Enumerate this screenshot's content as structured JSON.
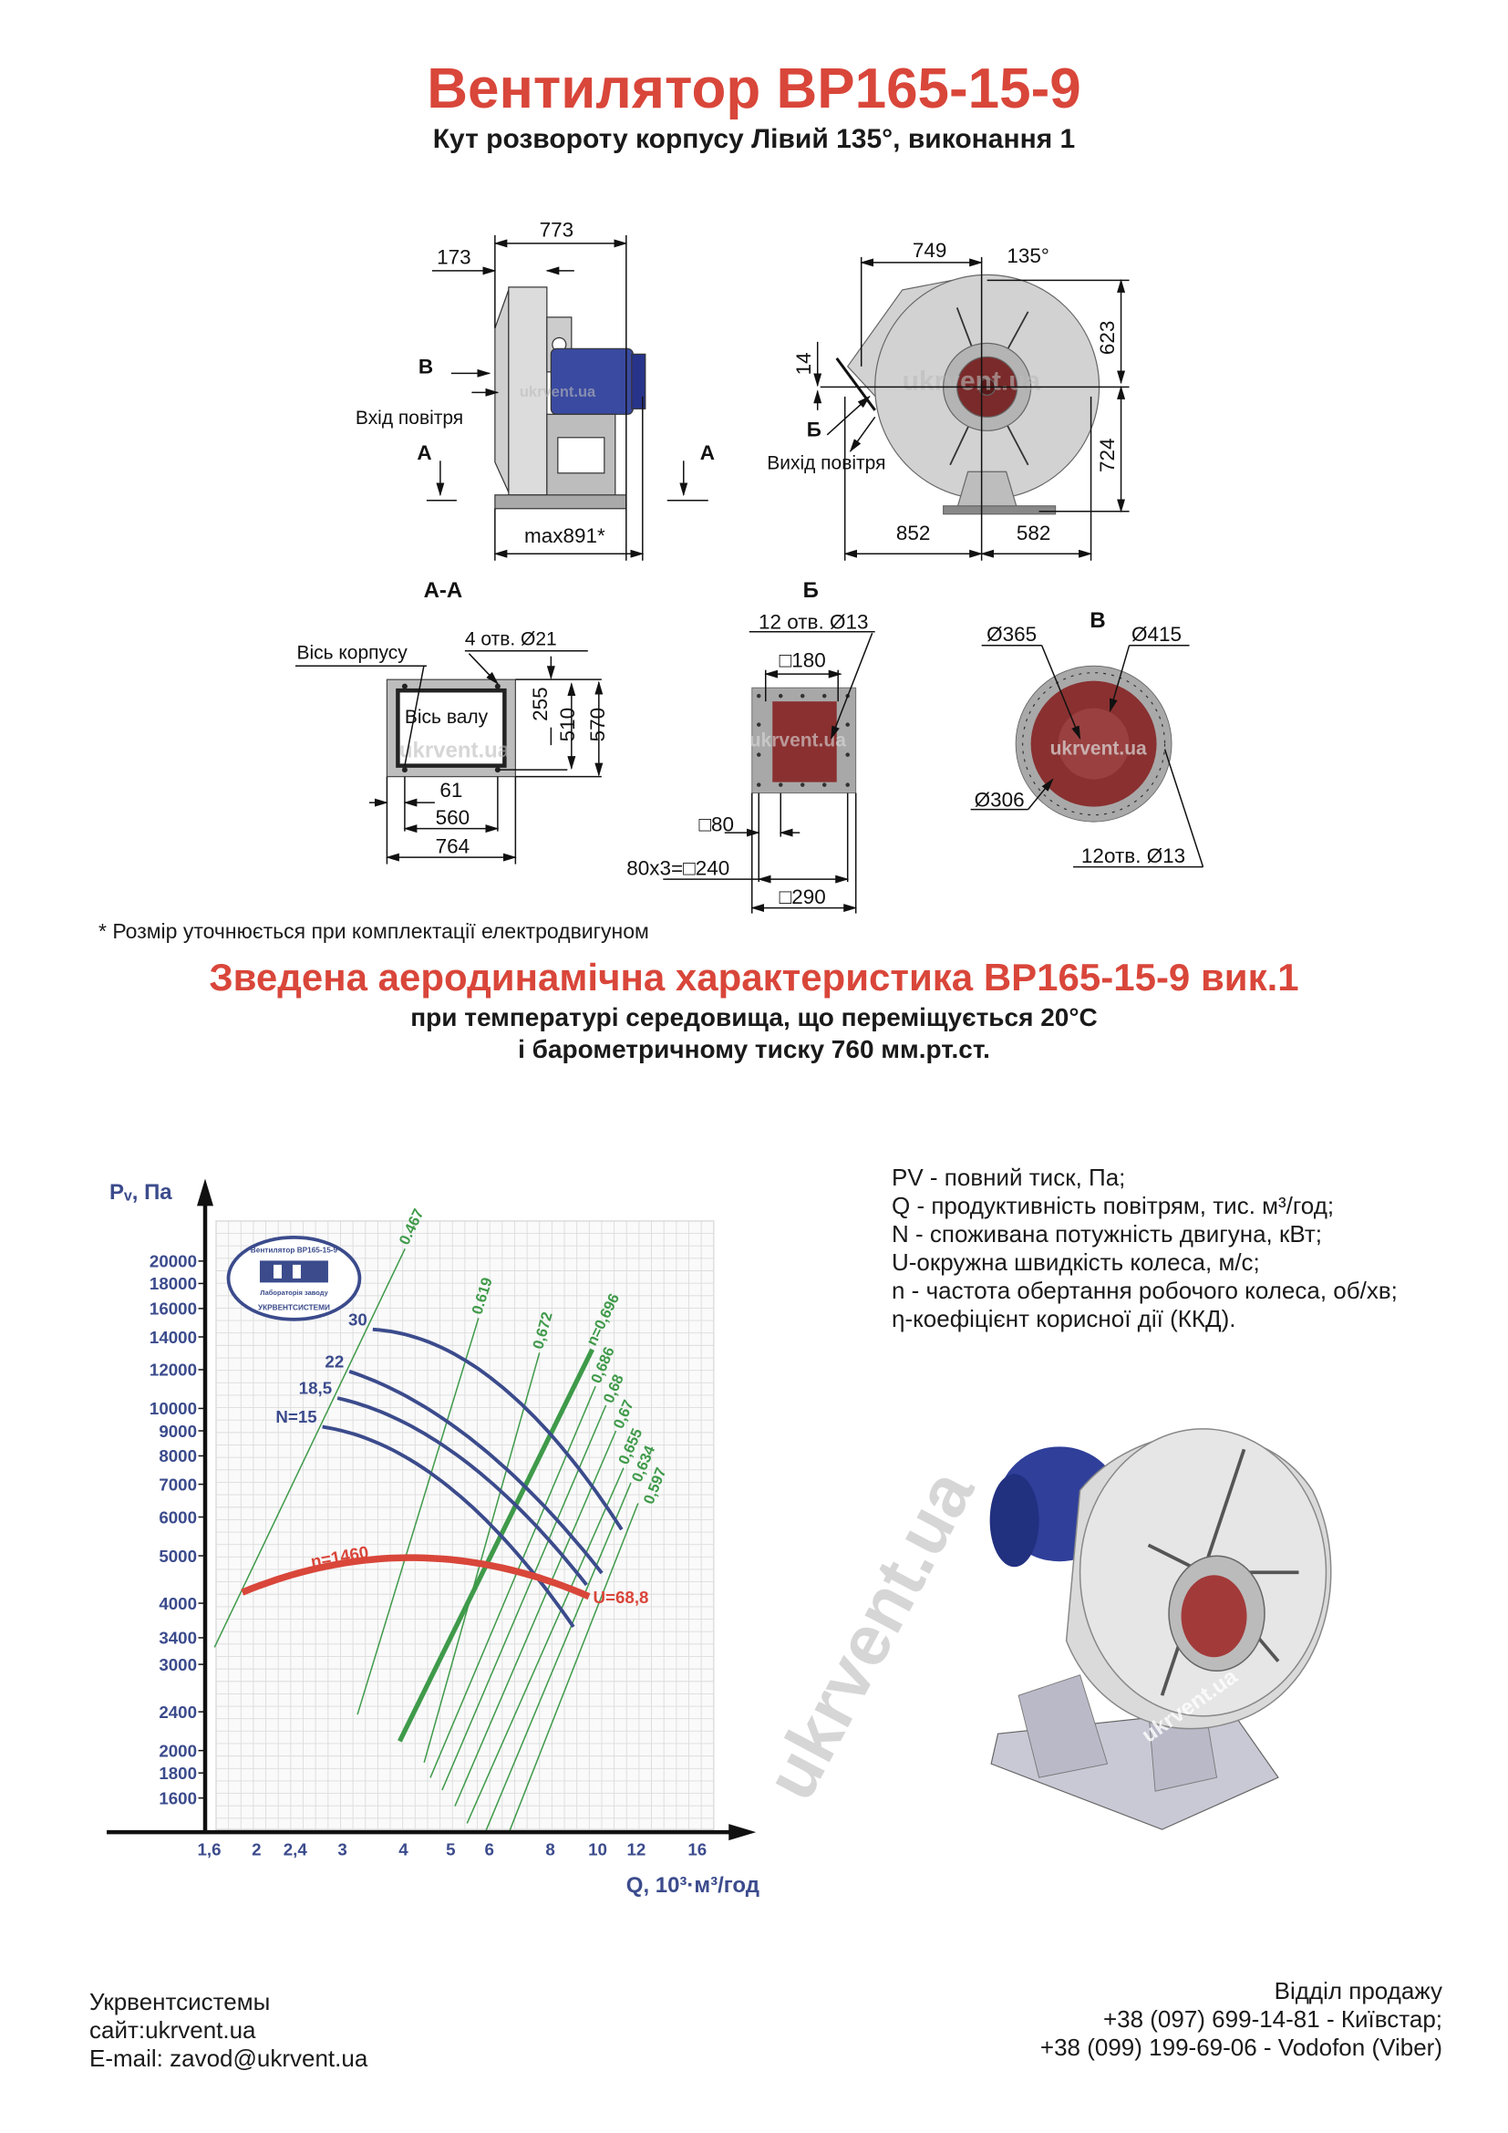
{
  "header": {
    "title": "Вентилятор ВР165-15-9",
    "subtitle": "Кут розвороту корпусу Лівий 135°, виконання 1"
  },
  "watermark": "ukrvent.ua",
  "drawings": {
    "side_view": {
      "d773": "773",
      "d173": "173",
      "arrow_b": "В",
      "inlet": "Вхід повітря",
      "sec_a_left": "А",
      "sec_a_right": "А",
      "max": "max891*"
    },
    "front_view": {
      "d749": "749",
      "angle": "135°",
      "d14": "14",
      "arrow_b": "Б",
      "outlet": "Вихід повітря",
      "d623": "623",
      "d724": "724",
      "d852": "852",
      "d582": "582"
    },
    "section_aa": {
      "title": "А-А",
      "body_axis": "Вісь корпусу",
      "holes": "4 отв.  Ø21",
      "shaft_axis": "Вісь валу",
      "d255": "255",
      "d510": "510",
      "d570": "570",
      "d61": "61",
      "d560": "560",
      "d764": "764"
    },
    "view_b": {
      "title": "Б",
      "holes": "12 отв.  Ø13",
      "d180": "□180",
      "d80": "□80",
      "d240": "80x3=□240",
      "d290": "□290"
    },
    "view_v": {
      "title": "В",
      "d365": "Ø365",
      "d415": "Ø415",
      "d306": "Ø306",
      "holes": "12отв.  Ø13"
    }
  },
  "footnote": "* Розмір уточнюється при комплектації електродвигуном",
  "chart_header": {
    "title": "Зведена аеродинамічна характеристика ВР165-15-9 вик.1",
    "line1": "при температурі середовища, що переміщується 20°С",
    "line2": "і барометричному тиску 760 мм.рт.ст."
  },
  "stamp": {
    "top": "Вентилятор ВР165-15-9",
    "middle": "Лабораторія заводу",
    "bottom": "УКРВЕНТСИСТЕМИ"
  },
  "chart_data": {
    "type": "line",
    "title": "Зведена аеродинамічна характеристика ВР165-15-9 вик.1",
    "xlabel": "Q, 10³·м³/год",
    "ylabel": "Pᵥ, Па",
    "xscale": "log",
    "yscale": "log",
    "xlim": [
      1.57,
      17.3
    ],
    "ylim": [
      1360,
      24000
    ],
    "grid": true,
    "xticks": [
      {
        "v": 1.6,
        "l": "1,6"
      },
      {
        "v": 2,
        "l": "2"
      },
      {
        "v": 2.4,
        "l": "2,4"
      },
      {
        "v": 3,
        "l": "3"
      },
      {
        "v": 4,
        "l": "4"
      },
      {
        "v": 5,
        "l": "5"
      },
      {
        "v": 6,
        "l": "6"
      },
      {
        "v": 8,
        "l": "8"
      },
      {
        "v": 10,
        "l": "10"
      },
      {
        "v": 12,
        "l": "12"
      },
      {
        "v": 16,
        "l": "16"
      }
    ],
    "yticks": [
      20000,
      18000,
      16000,
      14000,
      12000,
      10000,
      9000,
      8000,
      7000,
      6000,
      5000,
      4000,
      3400,
      3000,
      2400,
      2000,
      1800,
      1600
    ],
    "power_curves": [
      {
        "name": "30",
        "points": [
          [
            3.46,
            14500
          ],
          [
            5.38,
            12500
          ],
          [
            11.2,
            5660
          ]
        ]
      },
      {
        "name": "22",
        "points": [
          [
            3.1,
            11900
          ],
          [
            5.99,
            8080
          ],
          [
            10.2,
            4610
          ]
        ]
      },
      {
        "name": "18,5",
        "points": [
          [
            2.93,
            10500
          ],
          [
            5.74,
            7380
          ],
          [
            9.49,
            4360
          ]
        ]
      },
      {
        "name": "N=15",
        "points": [
          [
            2.73,
            9170
          ],
          [
            5.26,
            6580
          ],
          [
            8.92,
            3580
          ]
        ]
      }
    ],
    "speed_curve": {
      "name": "n=1460",
      "end_label": "U=68,8",
      "points": [
        [
          1.87,
          4210
        ],
        [
          5.2,
          4890
        ],
        [
          9.6,
          4130
        ]
      ]
    },
    "efficiency_lines": [
      {
        "name": "0.467",
        "points": [
          [
            1.64,
            3250
          ],
          [
            4.03,
            21200
          ]
        ]
      },
      {
        "name": "0.619",
        "points": [
          [
            3.22,
            2370
          ],
          [
            5.7,
            15300
          ]
        ]
      },
      {
        "name": "0,672",
        "points": [
          [
            4.41,
            1890
          ],
          [
            7.6,
            13000
          ]
        ]
      },
      {
        "name": "n=0,696",
        "points": [
          [
            3.93,
            2090
          ],
          [
            9.75,
            13200
          ]
        ],
        "bold": true
      },
      {
        "name": "0,686",
        "points": [
          [
            4.54,
            1760
          ],
          [
            9.9,
            11100
          ]
        ]
      },
      {
        "name": "0,68",
        "points": [
          [
            4.8,
            1660
          ],
          [
            10.4,
            10150
          ]
        ]
      },
      {
        "name": "0,67",
        "points": [
          [
            5.1,
            1540
          ],
          [
            10.9,
            9000
          ]
        ]
      },
      {
        "name": "0,655",
        "points": [
          [
            5.4,
            1420
          ],
          [
            11.3,
            7560
          ]
        ]
      },
      {
        "name": "0,634",
        "points": [
          [
            5.9,
            1370
          ],
          [
            11.7,
            7050
          ]
        ]
      },
      {
        "name": "0,597",
        "points": [
          [
            6.6,
            1370
          ],
          [
            12.1,
            6400
          ]
        ]
      }
    ],
    "colors": {
      "power": "#3b4b8c",
      "efficiency": "#3f9a4a",
      "speed": "#d9463a",
      "axis_text": "#3b4b8c"
    }
  },
  "legend": {
    "lines": [
      "PV - повний тиск, Па;",
      "Q - продуктивність повітрям, тис. м³/год;",
      "N - споживана потужність двигуна, кВт;",
      "U-окружна швидкість колеса, м/с;",
      "n - частота обертання робочого колеса, об/хв;",
      "η-коефіцієнт корисної дії (ККД)."
    ]
  },
  "footer": {
    "company": "Укрвентсистемы",
    "site": "сайт:ukrvent.ua",
    "email": "E-mail: zavod@ukrvent.ua",
    "sales": "Відділ продажу",
    "phone1": "+38 (097) 699-14-81 - Київстар;",
    "phone2": "+38 (099) 199-69-06 - Vodofon (Viber)"
  }
}
